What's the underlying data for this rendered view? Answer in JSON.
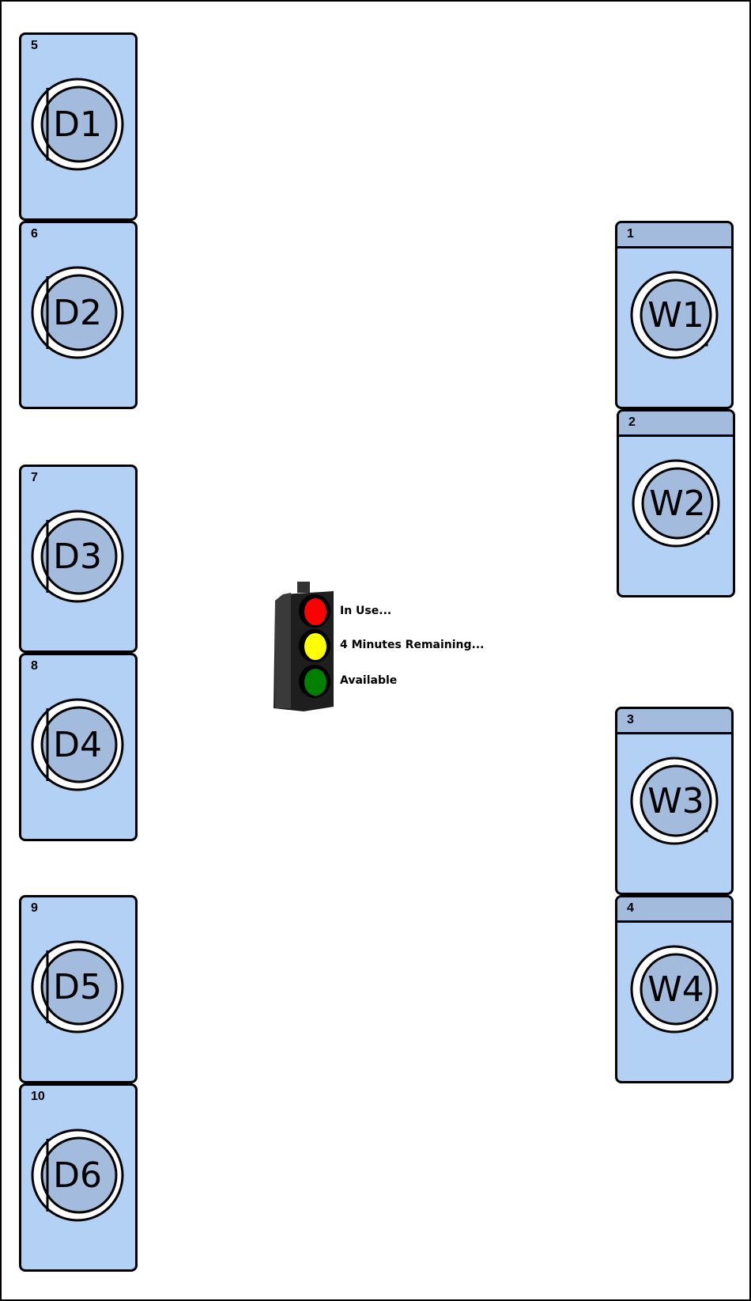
{
  "colors": {
    "machine_body": "#b3d1f5",
    "door_fill": "#a3bbdc",
    "washer_band": "#a3bbdc",
    "outline": "#000000",
    "light_red": "#ff0000",
    "light_yellow": "#ffff00",
    "light_green": "#008000",
    "housing": "#1e1e1e"
  },
  "dryers": [
    {
      "number": "5",
      "label": "D1"
    },
    {
      "number": "6",
      "label": "D2"
    },
    {
      "number": "7",
      "label": "D3"
    },
    {
      "number": "8",
      "label": "D4"
    },
    {
      "number": "9",
      "label": "D5"
    },
    {
      "number": "10",
      "label": "D6"
    }
  ],
  "washers": [
    {
      "number": "1",
      "label": "W1"
    },
    {
      "number": "2",
      "label": "W2"
    },
    {
      "number": "3",
      "label": "W3"
    },
    {
      "number": "4",
      "label": "W4"
    }
  ],
  "legend": {
    "in_use": "In Use...",
    "remaining": "4 Minutes Remaining...",
    "available": "Available"
  }
}
